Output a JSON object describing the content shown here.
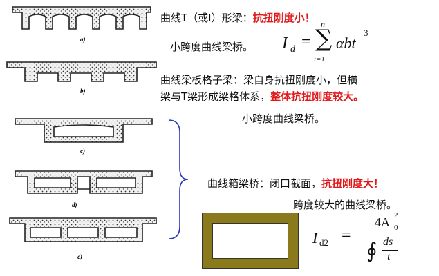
{
  "colors": {
    "accent": "#e0191b",
    "brace": "#2b36b8",
    "box_fill": "#8a7a1c",
    "box_stroke": "#333333"
  },
  "figure_labels": [
    "a)",
    "b)",
    "c)",
    "d)",
    "e)"
  ],
  "sections": {
    "t_beam": {
      "prefix": "曲线T（或I）形梁：",
      "highlight": "抗扭刚度小！",
      "sub": "小跨度曲线梁桥。"
    },
    "grid_beam": {
      "line1": "曲线梁板格子梁：梁自身抗扭刚度小，但横",
      "line2_prefix": "梁与T梁形成梁格体系，",
      "line2_highlight": "整体抗扭刚度较大。",
      "sub": "小跨度曲线梁桥。"
    },
    "box_beam": {
      "prefix": "曲线箱梁桥：闭口截面，",
      "highlight": "抗扭刚度大！",
      "sub": "跨度较大的曲线梁桥。"
    }
  },
  "formula1": {
    "lhs": "I",
    "lhs_sub": "d",
    "eq": "=",
    "sum": "∑",
    "upper": "n",
    "lower": "i=1",
    "term": "αbt",
    "exp": "3"
  },
  "formula2": {
    "lhs": "I",
    "lhs_sub": "d2",
    "eq": "=",
    "num": "4A",
    "num_sub": "0",
    "num_sup": "2",
    "integral": "∮",
    "frac_top": "ds",
    "frac_bottom": "t"
  }
}
